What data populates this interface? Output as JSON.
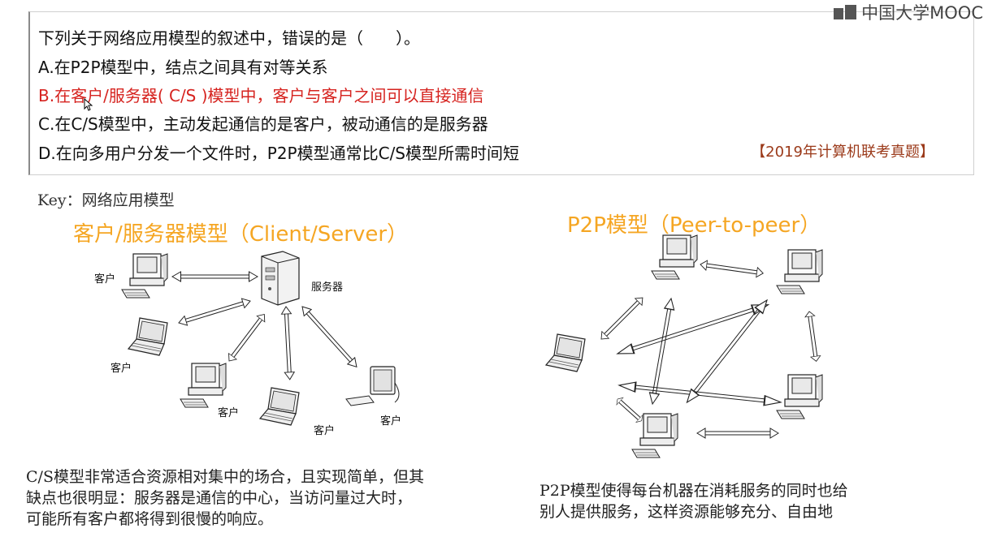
{
  "watermark": {
    "brand": "中国大学MOOC"
  },
  "question": {
    "stem": "下列关于网络应用模型的叙述中，错误的是（　　）。",
    "options": [
      {
        "label": "A.在P2P模型中，结点之间具有对等关系",
        "highlight": false
      },
      {
        "label": "B.在客户/服务器( C/S )模型中，客户与客户之间可以直接通信",
        "highlight": true
      },
      {
        "label": "C.在C/S模型中，主动发起通信的是客户，被动通信的是服务器",
        "highlight": false
      },
      {
        "label": "D.在向多用户分发一个文件时，P2P模型通常比C/S模型所需时间短",
        "highlight": false
      }
    ],
    "source": "【2019年计算机联考真题】"
  },
  "key": "Key：网络应用模型",
  "cs": {
    "title": "客户/服务器模型（Client/Server）",
    "server_label": "服务器",
    "client_label": "客户",
    "note": [
      "C/S模型非常适合资源相对集中的场合，且实现简单，但其",
      "缺点也很明显：服务器是通信的中心，当访问量过大时，",
      "可能所有客户都将得到很慢的响应。"
    ]
  },
  "p2p": {
    "title": "P2P模型（Peer-to-peer）",
    "note": [
      "P2P模型使得每台机器在消耗服务的同时也给",
      "别人提供服务，这样资源能够充分、自由地"
    ]
  },
  "colors": {
    "accent_orange": "#f5a623",
    "answer_red": "#d6231f",
    "source_brown": "#9b3a1a"
  }
}
